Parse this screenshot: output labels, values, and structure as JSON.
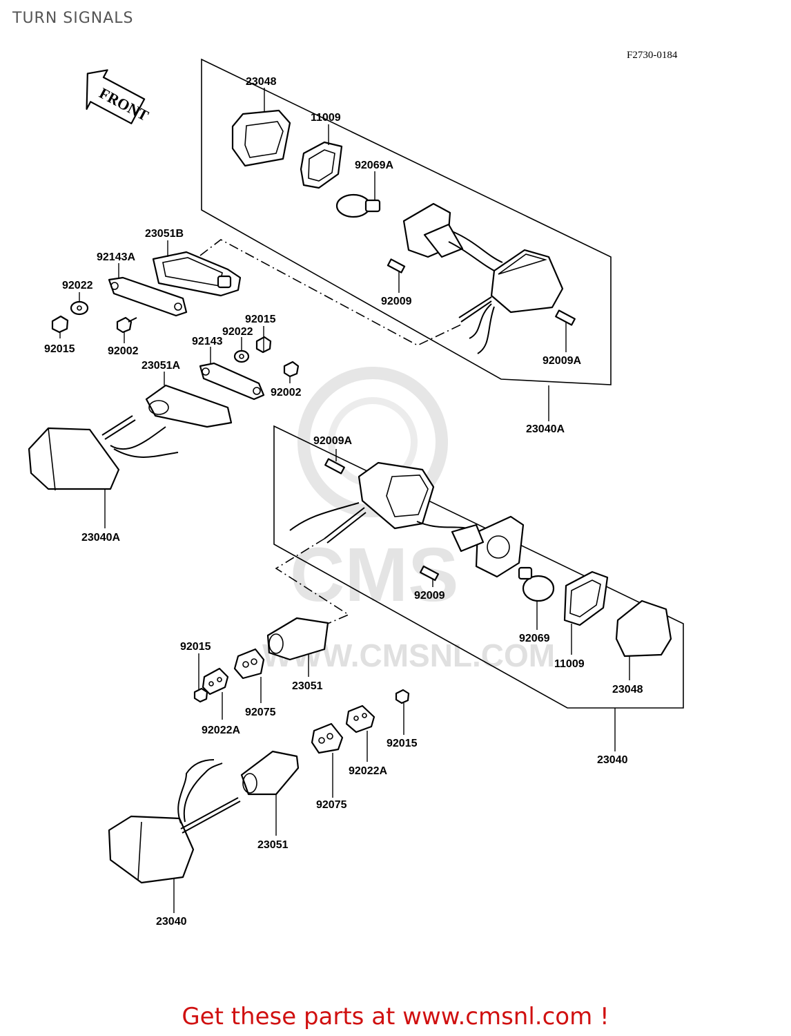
{
  "header": {
    "title": "TURN SIGNALS",
    "figure_code": "F2730-0184"
  },
  "front_arrow": {
    "label": "FRONT"
  },
  "watermark": {
    "text": "WWW.CMSNL.COM",
    "logo": "CMS"
  },
  "callouts": {
    "c_23048_top": "23048",
    "c_11009_top": "11009",
    "c_92069A": "92069A",
    "c_23051B": "23051B",
    "c_92143A": "92143A",
    "c_92022_left": "92022",
    "c_92015_left": "92015",
    "c_92002_left": "92002",
    "c_92009_top": "92009",
    "c_92015_mid": "92015",
    "c_92022_mid": "92022",
    "c_92143": "92143",
    "c_23051A": "23051A",
    "c_92002_mid": "92002",
    "c_92009A_top": "92009A",
    "c_23040A_right": "23040A",
    "c_23040A_left": "23040A",
    "c_92009A_low": "92009A",
    "c_92009_low": "92009",
    "c_92069": "92069",
    "c_11009_low": "11009",
    "c_23048_low": "23048",
    "c_23040_right": "23040",
    "c_92015_low_left": "92015",
    "c_23051_mid": "23051",
    "c_92075_mid": "92075",
    "c_92022A_left": "92022A",
    "c_92015_low_right": "92015",
    "c_92022A_right": "92022A",
    "c_92075_low": "92075",
    "c_23051_low": "23051",
    "c_23040_bottom": "23040"
  },
  "footer": {
    "cta": "Get these parts at www.cmsnl.com !"
  },
  "colors": {
    "cta": "#d01010",
    "title": "#555555",
    "ink": "#000000",
    "watermark": "#e0e0e0"
  }
}
